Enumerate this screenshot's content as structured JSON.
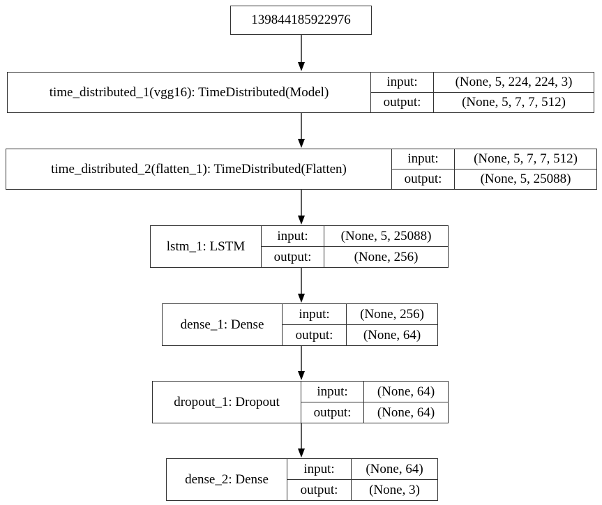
{
  "io_labels": {
    "input": "input:",
    "output": "output:"
  },
  "colors": {
    "background": "#ffffff",
    "border": "#333333",
    "text": "#000000",
    "arrow": "#000000"
  },
  "nodes": [
    {
      "label": "139844185922976"
    },
    {
      "label": "time_distributed_1(vgg16): TimeDistributed(Model)",
      "input": "(None, 5, 224, 224, 3)",
      "output": "(None, 5, 7, 7, 512)"
    },
    {
      "label": "time_distributed_2(flatten_1): TimeDistributed(Flatten)",
      "input": "(None, 5, 7, 7, 512)",
      "output": "(None, 5, 25088)"
    },
    {
      "label": "lstm_1: LSTM",
      "input": "(None, 5, 25088)",
      "output": "(None, 256)"
    },
    {
      "label": "dense_1: Dense",
      "input": "(None, 256)",
      "output": "(None, 64)"
    },
    {
      "label": "dropout_1: Dropout",
      "input": "(None, 64)",
      "output": "(None, 64)"
    },
    {
      "label": "dense_2: Dense",
      "input": "(None, 64)",
      "output": "(None, 3)"
    }
  ],
  "edges": [
    {
      "from": 0,
      "to": 1
    },
    {
      "from": 1,
      "to": 2
    },
    {
      "from": 2,
      "to": 3
    },
    {
      "from": 3,
      "to": 4
    },
    {
      "from": 4,
      "to": 5
    },
    {
      "from": 5,
      "to": 6
    }
  ]
}
